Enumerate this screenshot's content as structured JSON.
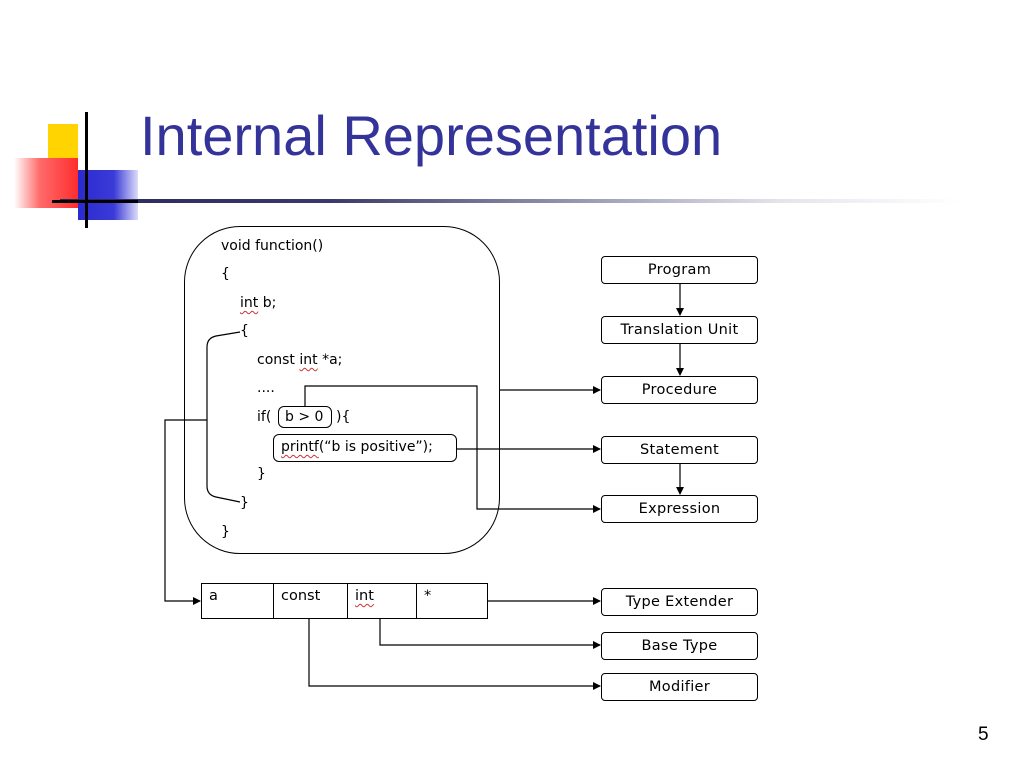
{
  "slide": {
    "title": "Internal Representation",
    "page_number": "5"
  },
  "code": {
    "lines": [
      "void function()",
      "{",
      "int b;",
      "{",
      "const int *a;",
      "....",
      "if(",
      "){",
      "}",
      "}",
      "}"
    ],
    "condition": "b > 0",
    "statement": "printf(“b is positive”);"
  },
  "hierarchy": {
    "nodes": [
      "Program",
      "Translation Unit",
      "Procedure",
      "Statement",
      "Expression"
    ]
  },
  "type_table": {
    "cells": [
      "a",
      "const",
      "int",
      "*"
    ]
  },
  "type_nodes": [
    "Type Extender",
    "Base Type",
    "Modifier"
  ]
}
